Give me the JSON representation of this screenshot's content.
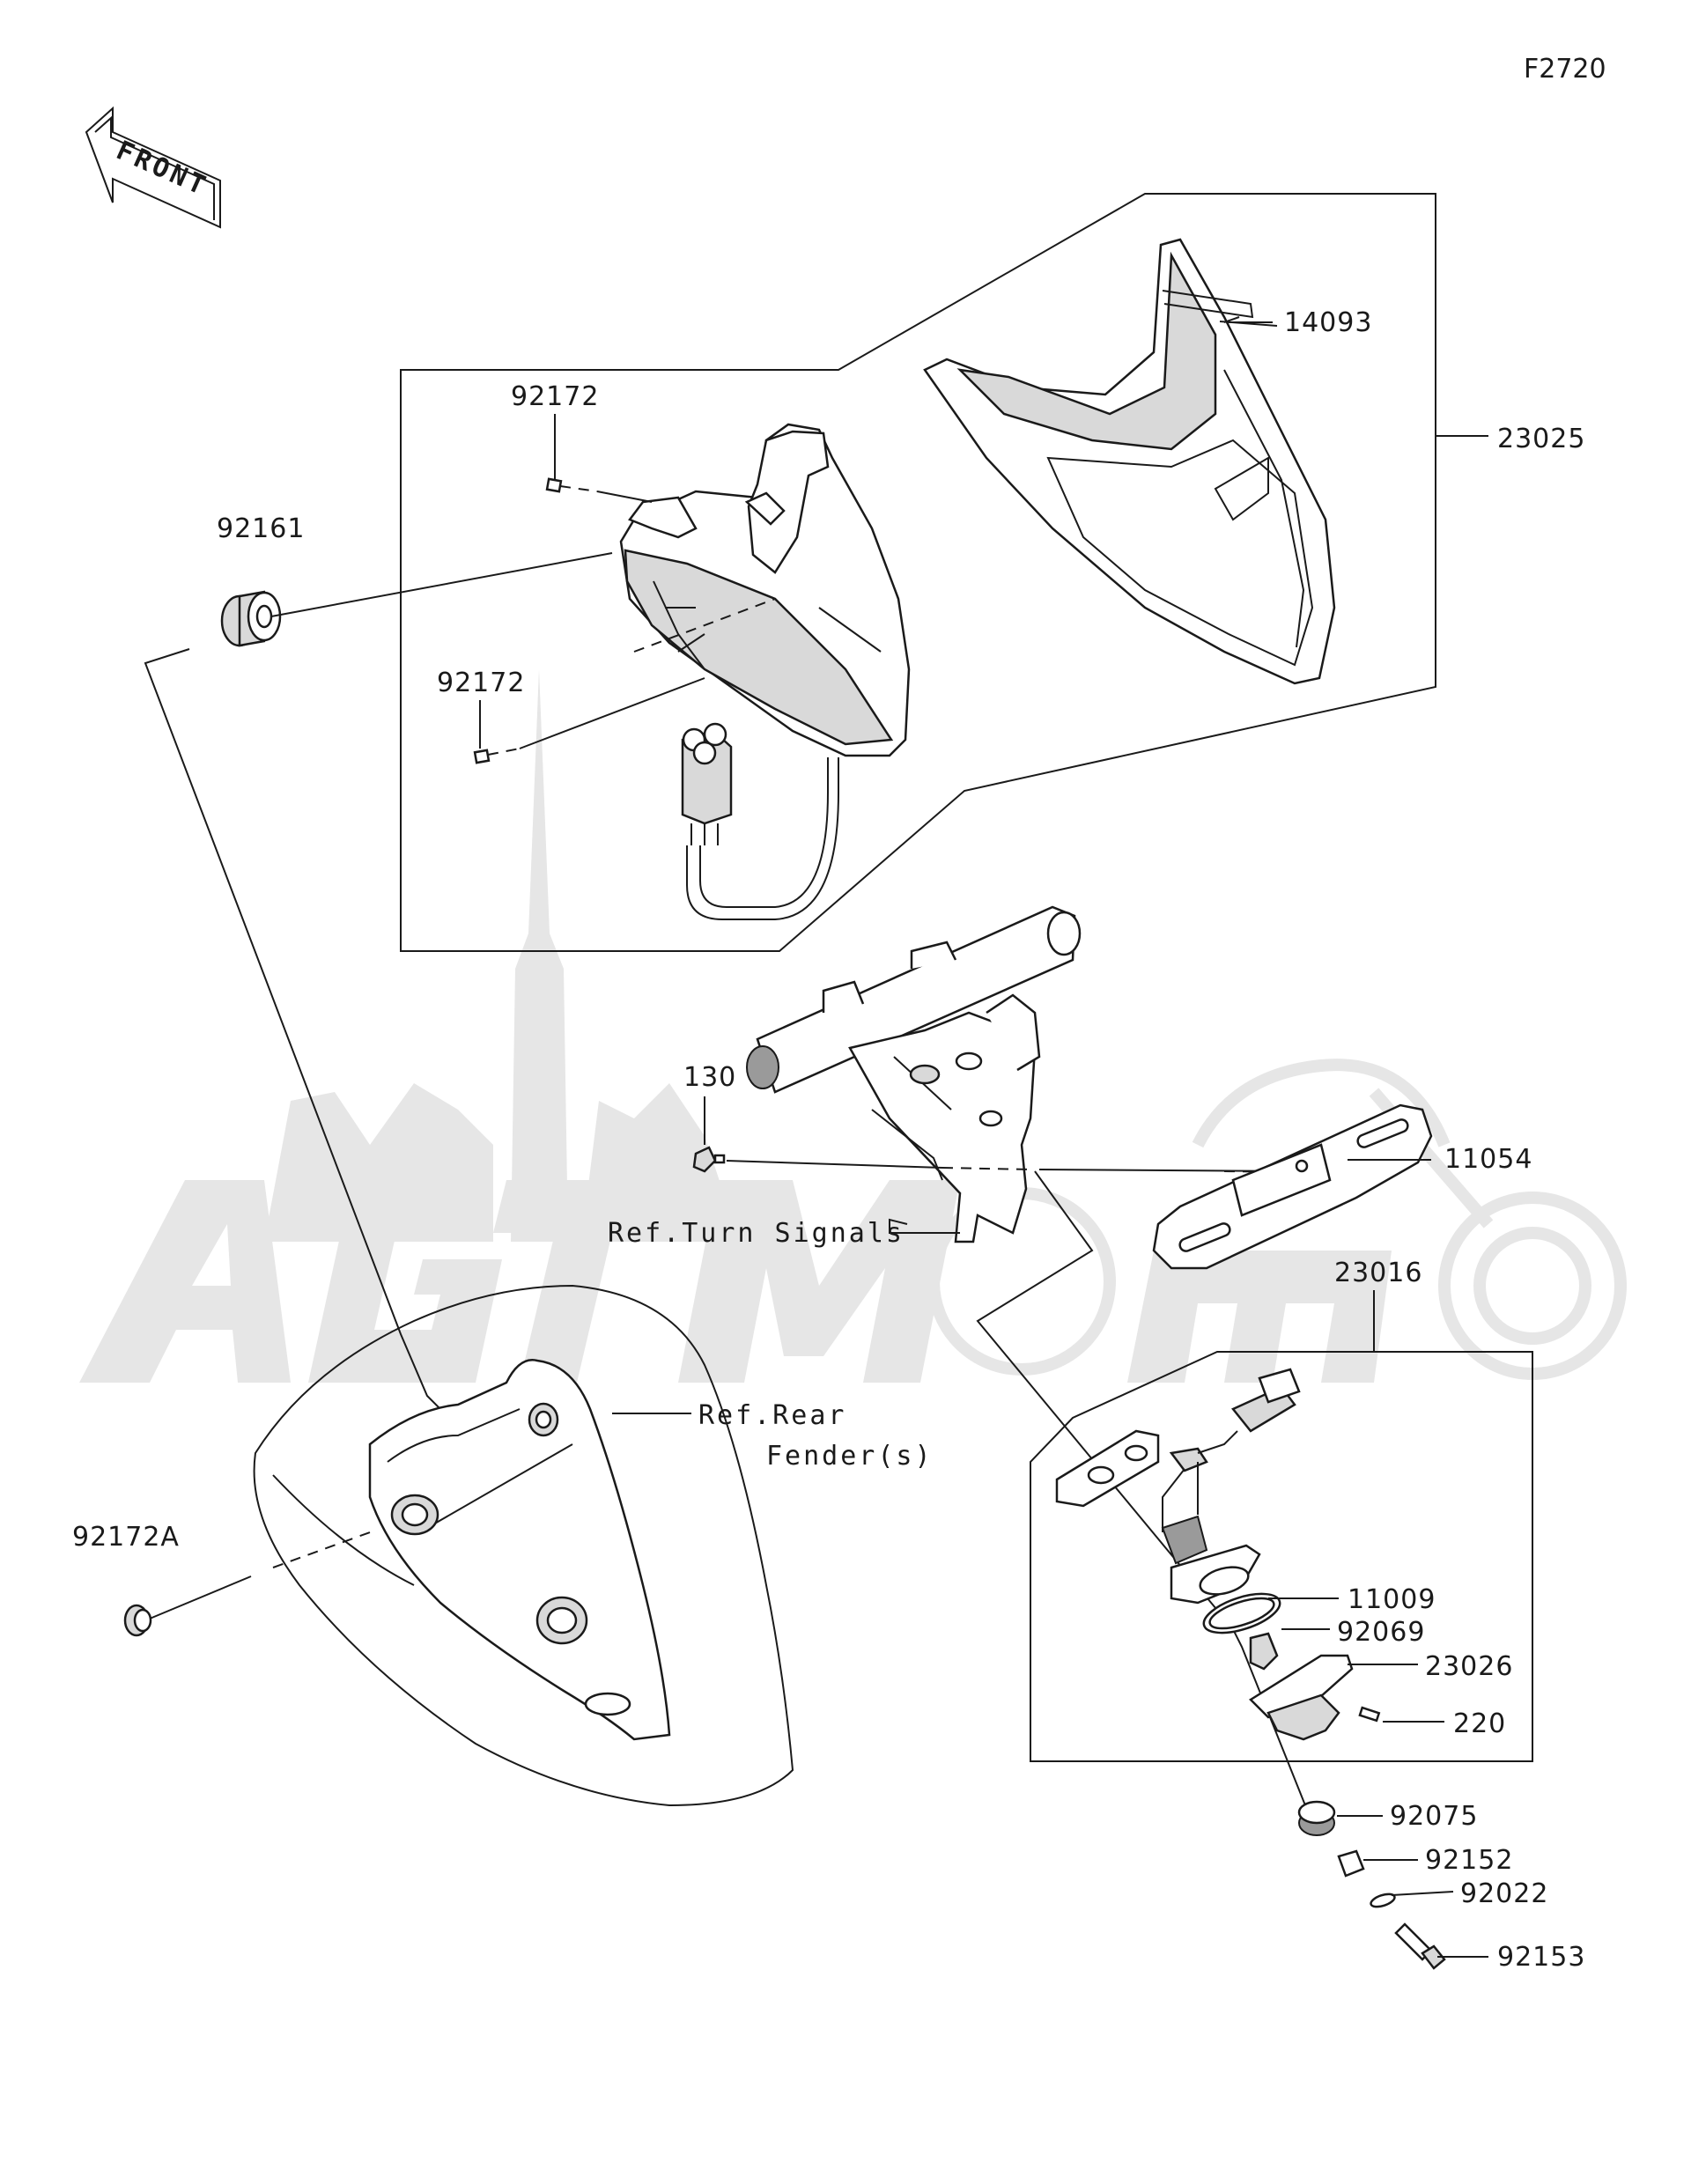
{
  "figure_code": "F2720",
  "front_arrow_label": "FRONT",
  "watermark_text": "AGTIMOTO",
  "parts": {
    "p14093": "14093",
    "p23025": "23025",
    "p92172_top": "92172",
    "p92172_mid": "92172",
    "p92161": "92161",
    "p130": "130",
    "p11054": "11054",
    "p23016": "23016",
    "p11009": "11009",
    "p92069": "92069",
    "p23026": "23026",
    "p220": "220",
    "p92172A": "92172A",
    "p92075": "92075",
    "p92152": "92152",
    "p92022": "92022",
    "p92153": "92153"
  },
  "references": {
    "turn_signals": "Ref.Turn Signals",
    "rear_fender_line1": "Ref.Rear",
    "rear_fender_line2": "Fender(s)"
  },
  "colors": {
    "line": "#1a1a1a",
    "watermark": "#e6e6e6",
    "part_fill": "#d9d9d9"
  }
}
